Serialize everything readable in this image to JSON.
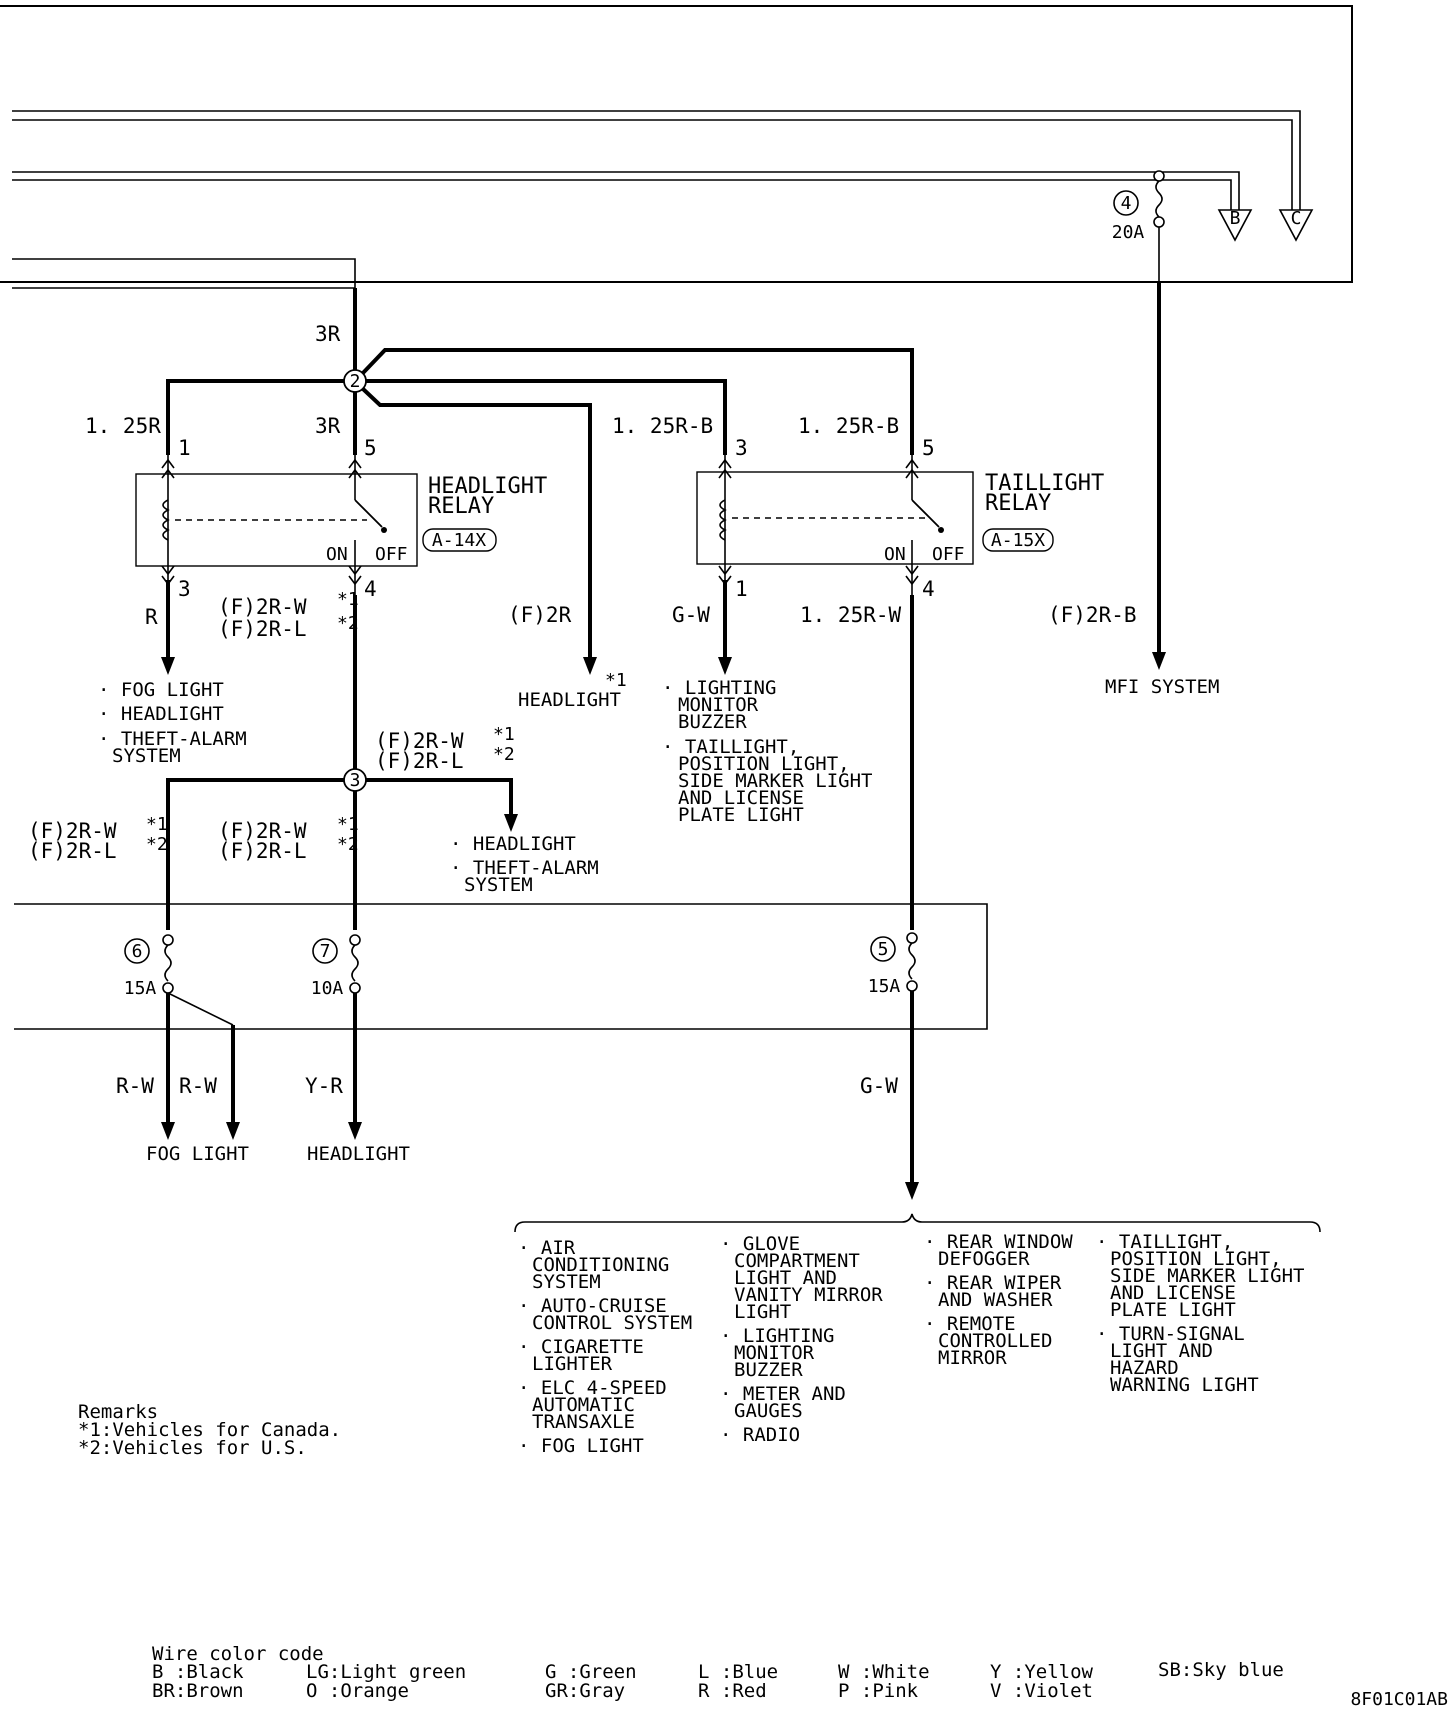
{
  "fuses": {
    "f4": {
      "num": "4",
      "rating": "20A"
    },
    "f6": {
      "num": "6",
      "rating": "15A"
    },
    "f7": {
      "num": "7",
      "rating": "10A"
    },
    "f5": {
      "num": "5",
      "rating": "15A"
    }
  },
  "connectors": {
    "b": "B",
    "c": "C"
  },
  "junctions": {
    "j2": "2",
    "j3": "3"
  },
  "wires": {
    "w_3r_top": "3R",
    "w_125r": "1. 25R",
    "w_3r": "3R",
    "w_125rb_1": "1. 25R-B",
    "w_125rb_2": "1. 25R-B",
    "w_r": "R",
    "w_f2rw_a": "(F)2R-W",
    "w_f2rl_a": "(F)2R-L",
    "w_f2r": "(F)2R",
    "w_gw": "G-W",
    "w_125rw": "1. 25R-W",
    "w_f2rb": "(F)2R-B",
    "w_f2rw_b": "(F)2R-W",
    "w_f2rl_b": "(F)2R-L",
    "w_f2rw_c": "(F)2R-W",
    "w_f2rl_c": "(F)2R-L",
    "w_f2rw_d": "(F)2R-W",
    "w_f2rl_d": "(F)2R-L",
    "w_rw1": "R-W",
    "w_rw2": "R-W",
    "w_yr": "Y-R",
    "w_gw2": "G-W"
  },
  "notes": {
    "n1": "*1",
    "n2": "*2"
  },
  "pins": {
    "hl_1": "1",
    "hl_5": "5",
    "hl_3": "3",
    "hl_4": "4",
    "tl_3": "3",
    "tl_5": "5",
    "tl_1": "1",
    "tl_4": "4"
  },
  "relays": {
    "headlight": {
      "line1": "HEADLIGHT",
      "line2": "RELAY",
      "code": "A-14X",
      "on": "ON",
      "off": "OFF"
    },
    "taillight": {
      "line1": "TAILLIGHT",
      "line2": "RELAY",
      "code": "A-15X",
      "on": "ON",
      "off": "OFF"
    }
  },
  "destinations": {
    "r_list": [
      "· FOG LIGHT",
      "· HEADLIGHT",
      "· THEFT-ALARM",
      "SYSTEM"
    ],
    "headlight_star": "*1",
    "headlight": "HEADLIGHT",
    "gw_list": [
      "· LIGHTING",
      "MONITOR",
      "BUZZER",
      "· TAILLIGHT,",
      "POSITION LIGHT,",
      "SIDE MARKER LIGHT",
      "AND LICENSE",
      "PLATE LIGHT"
    ],
    "mfi": "MFI SYSTEM",
    "j3_list": [
      "· HEADLIGHT",
      "· THEFT-ALARM",
      "SYSTEM"
    ],
    "fog": "FOG LIGHT",
    "headlight2": "HEADLIGHT"
  },
  "bottom_list": {
    "col1": [
      "· AIR",
      "CONDITIONING",
      "SYSTEM",
      "· AUTO-CRUISE",
      "CONTROL SYSTEM",
      "· CIGARETTE",
      "LIGHTER",
      "· ELC 4-SPEED",
      "AUTOMATIC",
      "TRANSAXLE",
      "· FOG LIGHT"
    ],
    "col2": [
      "· GLOVE",
      "COMPARTMENT",
      "LIGHT AND",
      "VANITY MIRROR",
      "LIGHT",
      "· LIGHTING",
      "MONITOR",
      "BUZZER",
      "· METER AND",
      "GAUGES",
      "· RADIO"
    ],
    "col3": [
      "· REAR WINDOW",
      "DEFOGGER",
      "· REAR WIPER",
      "AND WASHER",
      "· REMOTE",
      "CONTROLLED",
      "MIRROR"
    ],
    "col4": [
      "· TAILLIGHT,",
      "POSITION LIGHT,",
      "SIDE MARKER LIGHT",
      "AND LICENSE",
      "PLATE LIGHT",
      "· TURN-SIGNAL",
      "LIGHT AND",
      "HAZARD",
      "WARNING LIGHT"
    ]
  },
  "remarks": {
    "title": "Remarks",
    "r1": "*1:Vehicles for Canada.",
    "r2": "*2:Vehicles for U.S."
  },
  "color_code": {
    "title": "Wire color code",
    "row1": [
      "B :Black",
      "LG:Light green",
      "G :Green",
      "L :Blue",
      "W :White",
      "Y :Yellow",
      "SB:Sky blue"
    ],
    "row2": [
      "BR:Brown",
      "O :Orange",
      "GR:Gray",
      "R :Red",
      "P :Pink",
      "V :Violet"
    ]
  },
  "figure_id": "8F01C01AB"
}
